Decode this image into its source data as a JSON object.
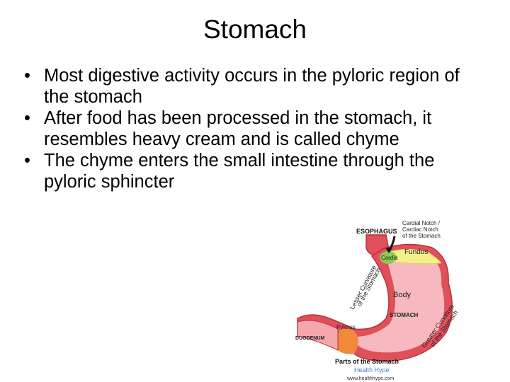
{
  "title": "Stomach",
  "bullets": [
    {
      "text": "Most digestive activity occurs in the pyloric region of the stomach"
    },
    {
      "text": "After food has been processed in the stomach, it resembles heavy cream and is called chyme"
    },
    {
      "text": "The chyme enters the small intestine through the pyloric sphincter"
    }
  ],
  "figure": {
    "esophagus": "ESOPHAGUS",
    "cardial_notch": [
      "Cardial Notch /",
      "Cardiac Notch",
      "of the Stomach"
    ],
    "fundus": "Fundus",
    "cardia": "Cardia",
    "lesser_curvature": [
      "Lesser Curvature",
      "of the Stomach"
    ],
    "body": "Body",
    "stomach": "STOMACH",
    "greater_curvature": [
      "Greater Curvature",
      "of the Stomach"
    ],
    "pylorus": "Pylorus",
    "duodenum": "DUODENUM",
    "caption": "Parts of the Stomach",
    "brand": "Health Hype",
    "url": "www.healthhype.com"
  },
  "colors": {
    "stomach_wall": "#e0505a",
    "stomach_inner": "#f7b9bf",
    "fundus": "#f3f08a",
    "cardia": "#8ccc55",
    "pylorus": "#f08a3a",
    "brand": "#4a7fc8"
  }
}
